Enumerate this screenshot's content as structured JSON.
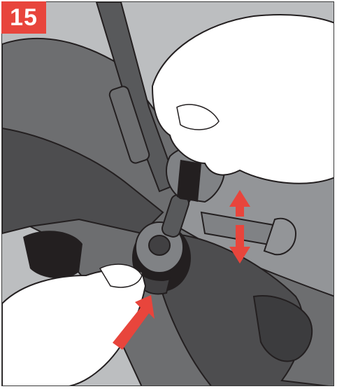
{
  "step": {
    "number": "15"
  },
  "colors": {
    "badge": "#e8453c",
    "arrow": "#e8453c",
    "seat_dark": "#4d4d4f",
    "seat_mid": "#6d6e70",
    "seat_light": "#bcbec0",
    "skin": "#ffffff",
    "outline": "#231f20"
  },
  "icons": {
    "adjust_arrow": "double-headed-vertical-arrow",
    "push_arrow": "diagonal-push-arrow"
  }
}
